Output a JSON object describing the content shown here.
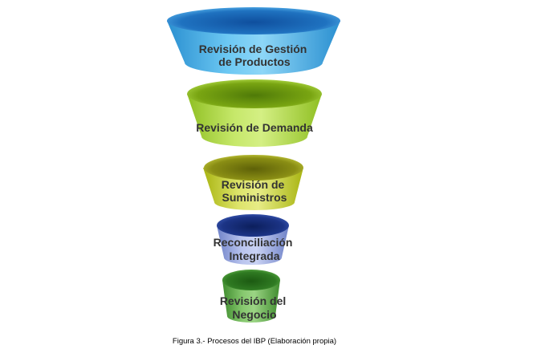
{
  "diagram": {
    "type": "funnel",
    "stages": [
      {
        "lines": [
          "Revisión de  Gestión",
          "de Productos"
        ],
        "color": "#3aaae6"
      },
      {
        "lines": [
          "Revisión de Demanda"
        ],
        "color": "#a4d23a"
      },
      {
        "lines": [
          "Revisión de",
          "Suministros"
        ],
        "color": "#c6d024"
      },
      {
        "lines": [
          "Reconciliación",
          "Integrada"
        ],
        "color": "#2f4ea6"
      },
      {
        "lines": [
          "Revisión del",
          "Negocio"
        ],
        "color": "#4c9e38"
      }
    ]
  },
  "caption": "Figura 3.- Procesos del IBP (Elaboración propia)"
}
